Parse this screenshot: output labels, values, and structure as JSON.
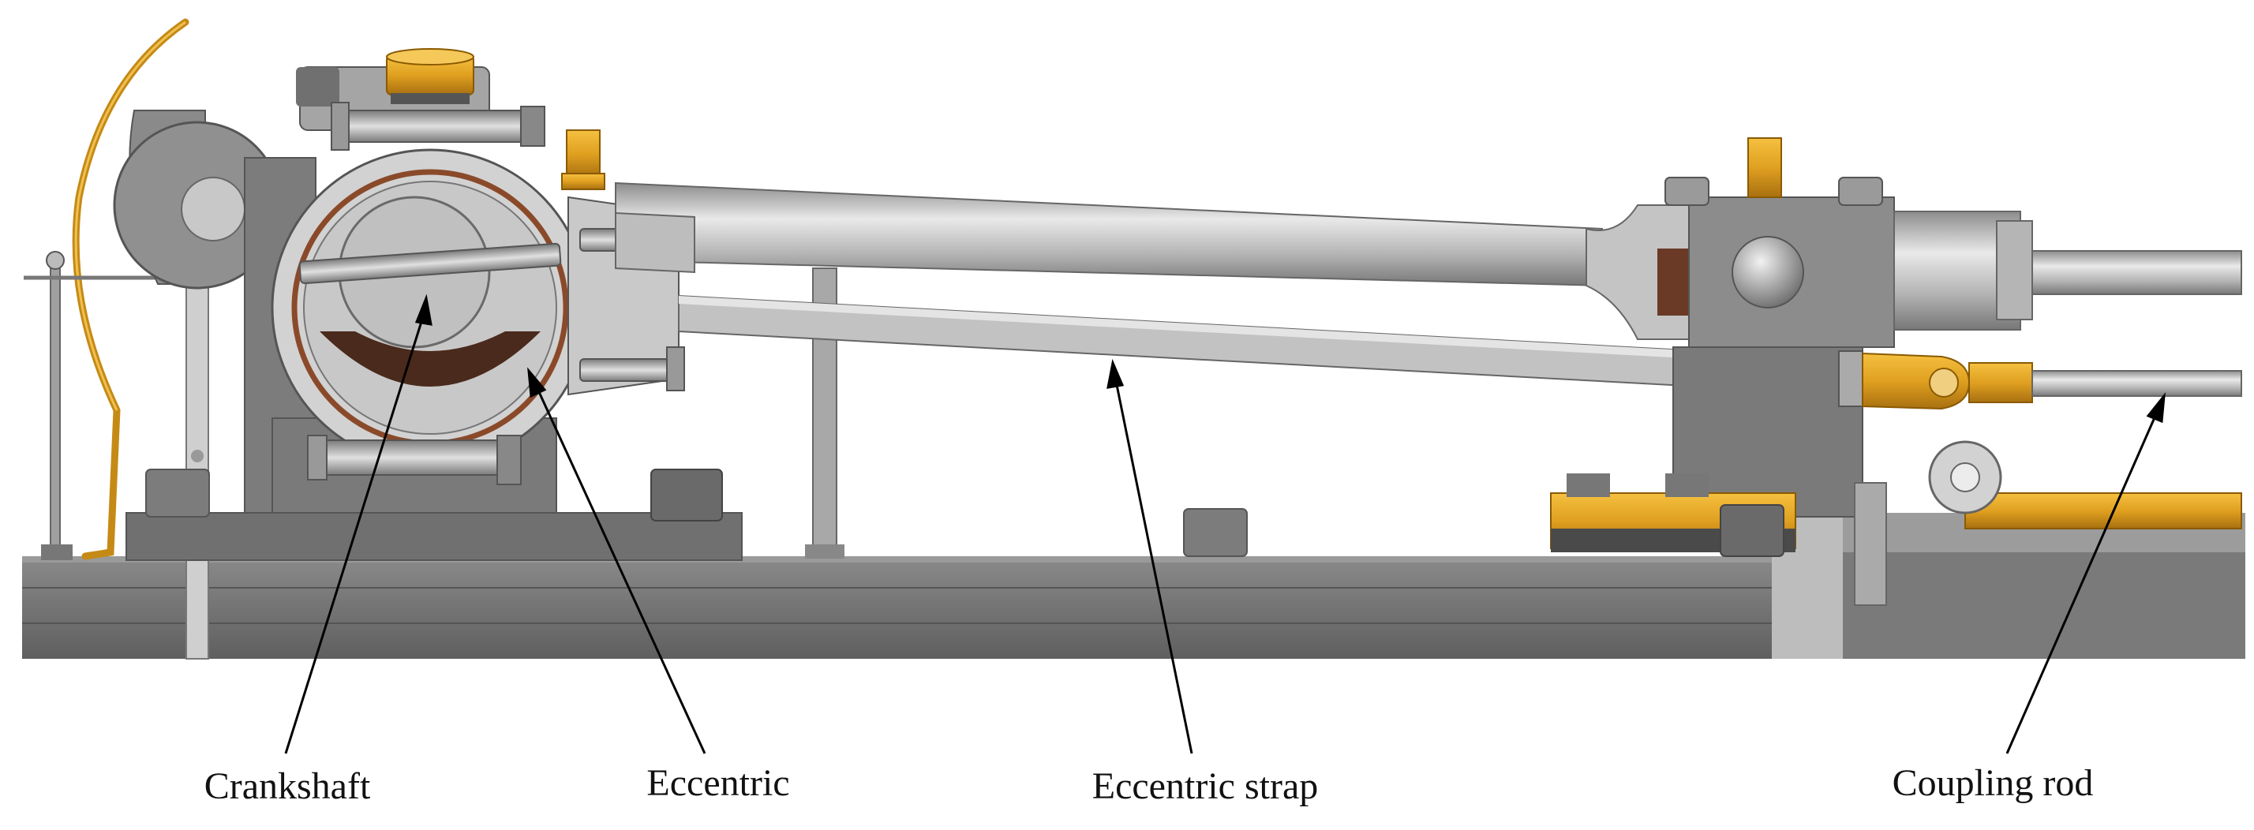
{
  "labels": {
    "crankshaft": "Crankshaft",
    "eccentric": "Eccentric",
    "eccentric_strap": "Eccentric strap",
    "coupling_rod": "Coupling rod"
  },
  "colors": {
    "background": "#ffffff",
    "steel_dark": "#6e6e6e",
    "steel_mid": "#8a8a8a",
    "steel_light": "#c4c4c4",
    "brass": "#e0a020",
    "bronze": "#8a4a2a",
    "leader": "#000000"
  }
}
